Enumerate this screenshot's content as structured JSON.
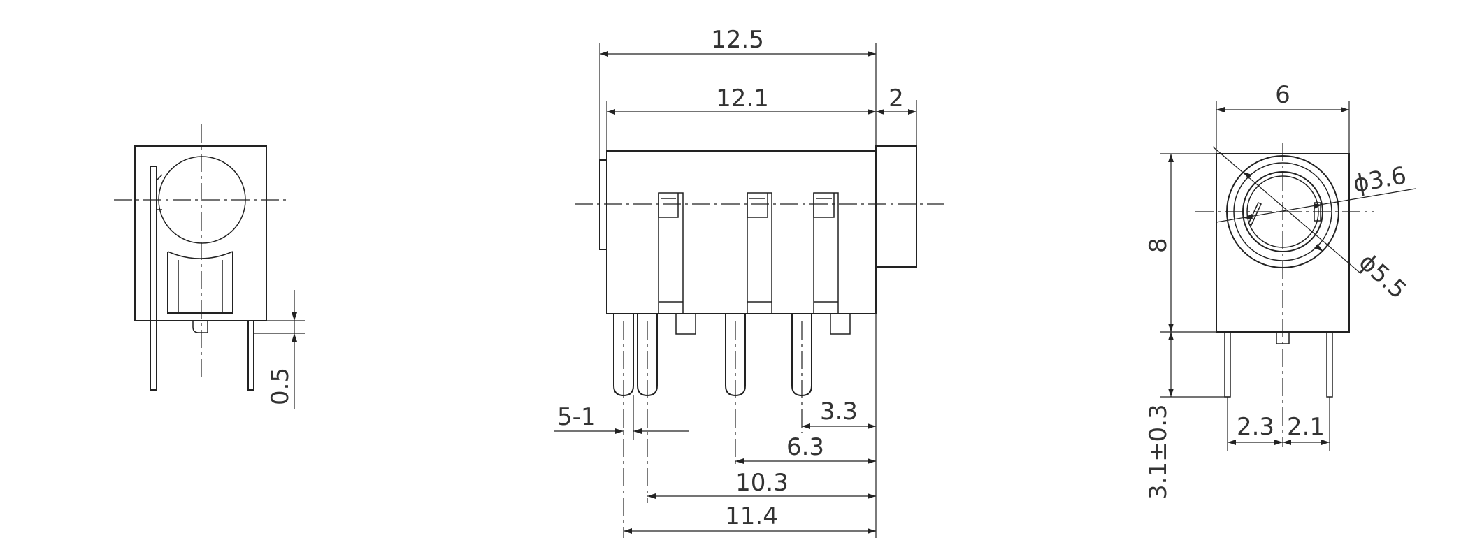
{
  "drawing": {
    "side_view": {
      "height_offset": "0.5"
    },
    "front_view": {
      "overall_length": "12.5",
      "body_length": "12.1",
      "nose_length": "2",
      "pin_width": "5-1",
      "pin_spacing_1": "3.3",
      "pin_spacing_2": "6.3",
      "pin_spacing_3": "10.3",
      "pin_spacing_4": "11.4"
    },
    "end_view": {
      "width": "6",
      "height": "8",
      "inner_diameter": "ϕ3.6",
      "outer_diameter": "ϕ5.5",
      "pin_length": "3.1±0.3",
      "pin_offset_left": "2.3",
      "pin_offset_right": "2.1"
    }
  }
}
